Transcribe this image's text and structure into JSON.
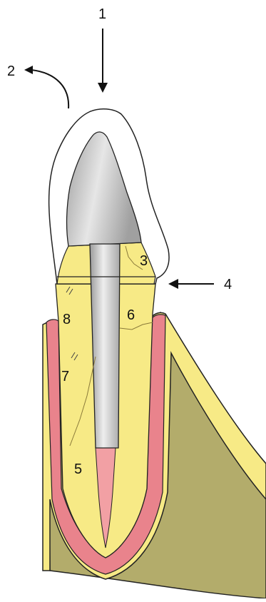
{
  "labels": {
    "l1": "1",
    "l2": "2",
    "l3": "3",
    "l4": "4",
    "l5": "5",
    "l6": "6",
    "l7": "7",
    "l8": "8"
  },
  "colors": {
    "background": "#ffffff",
    "bone": "#b3ac6b",
    "bone_outline": "#222222",
    "cortex": "#f7ea86",
    "periodontal_ligament": "#e9838c",
    "root_dentin": "#f7ea86",
    "crown": "#ffffff",
    "post_core": "#c9c9c9",
    "apical_canal": "#f2a0a4",
    "crack_line": "#8a7a3a",
    "arrow": "#111111"
  }
}
